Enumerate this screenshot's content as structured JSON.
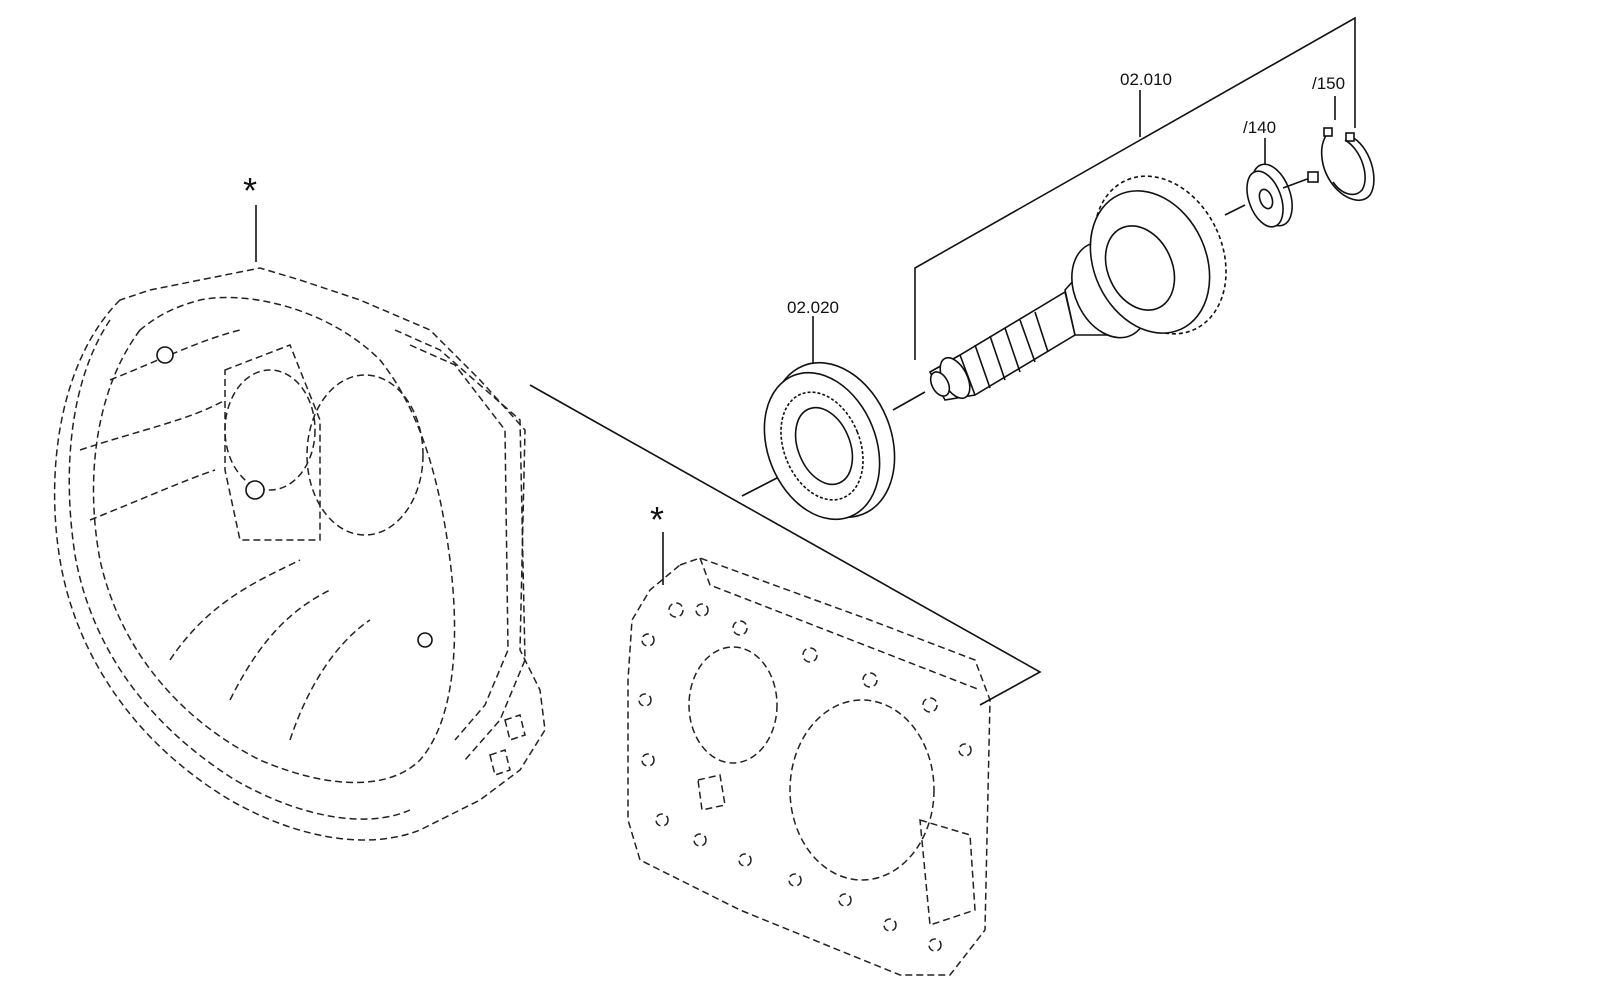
{
  "diagram": {
    "parts": [
      {
        "id": "shaft",
        "label": "02.010"
      },
      {
        "id": "bearing",
        "label": "02.020"
      },
      {
        "id": "bearing-small",
        "label": "/140"
      },
      {
        "id": "circlip",
        "label": "/150"
      }
    ],
    "markers": {
      "housing": "*",
      "cover": "*"
    },
    "colors": {
      "line": "#111111",
      "background": "#ffffff"
    }
  }
}
